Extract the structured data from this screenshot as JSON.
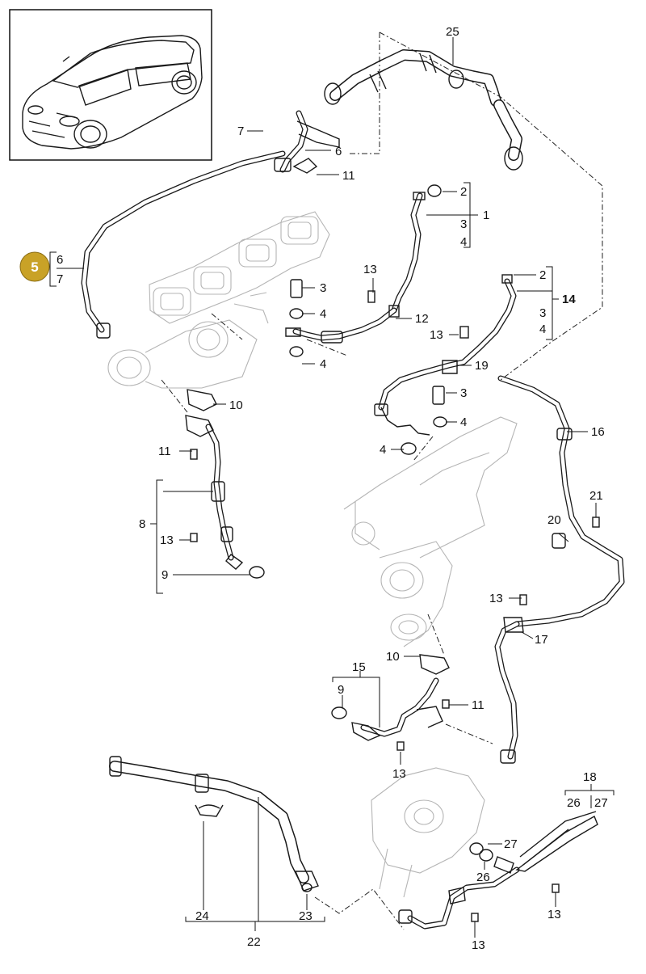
{
  "badge": {
    "number": "5",
    "sub_a": "6",
    "sub_b": "7",
    "color": "#c9a227"
  },
  "labels": {
    "n25": "25",
    "n7a": "7",
    "n6a": "6",
    "n11a": "11",
    "n2a": "2",
    "n1": "1",
    "n3a": "3",
    "n4a": "4",
    "n3b": "3",
    "n4b": "4",
    "n4c": "4",
    "n13a": "13",
    "n12": "12",
    "n2b": "2",
    "n14": "14",
    "n3c": "3",
    "n4d": "4",
    "n13b": "13",
    "n19": "19",
    "n3d": "3",
    "n4e": "4",
    "n4f": "4",
    "n16": "16",
    "n10a": "10",
    "n11b": "11",
    "n8": "8",
    "n13c": "13",
    "n9a": "9",
    "n21": "21",
    "n20": "20",
    "n13d": "13",
    "n17": "17",
    "n10b": "10",
    "n15": "15",
    "n9b": "9",
    "n11c": "11",
    "n13e": "13",
    "n18": "18",
    "n26a": "26",
    "n27a": "27",
    "n27b": "27",
    "n26b": "26",
    "n13f": "13",
    "n13g": "13",
    "n24": "24",
    "n23": "23",
    "n22": "22"
  }
}
